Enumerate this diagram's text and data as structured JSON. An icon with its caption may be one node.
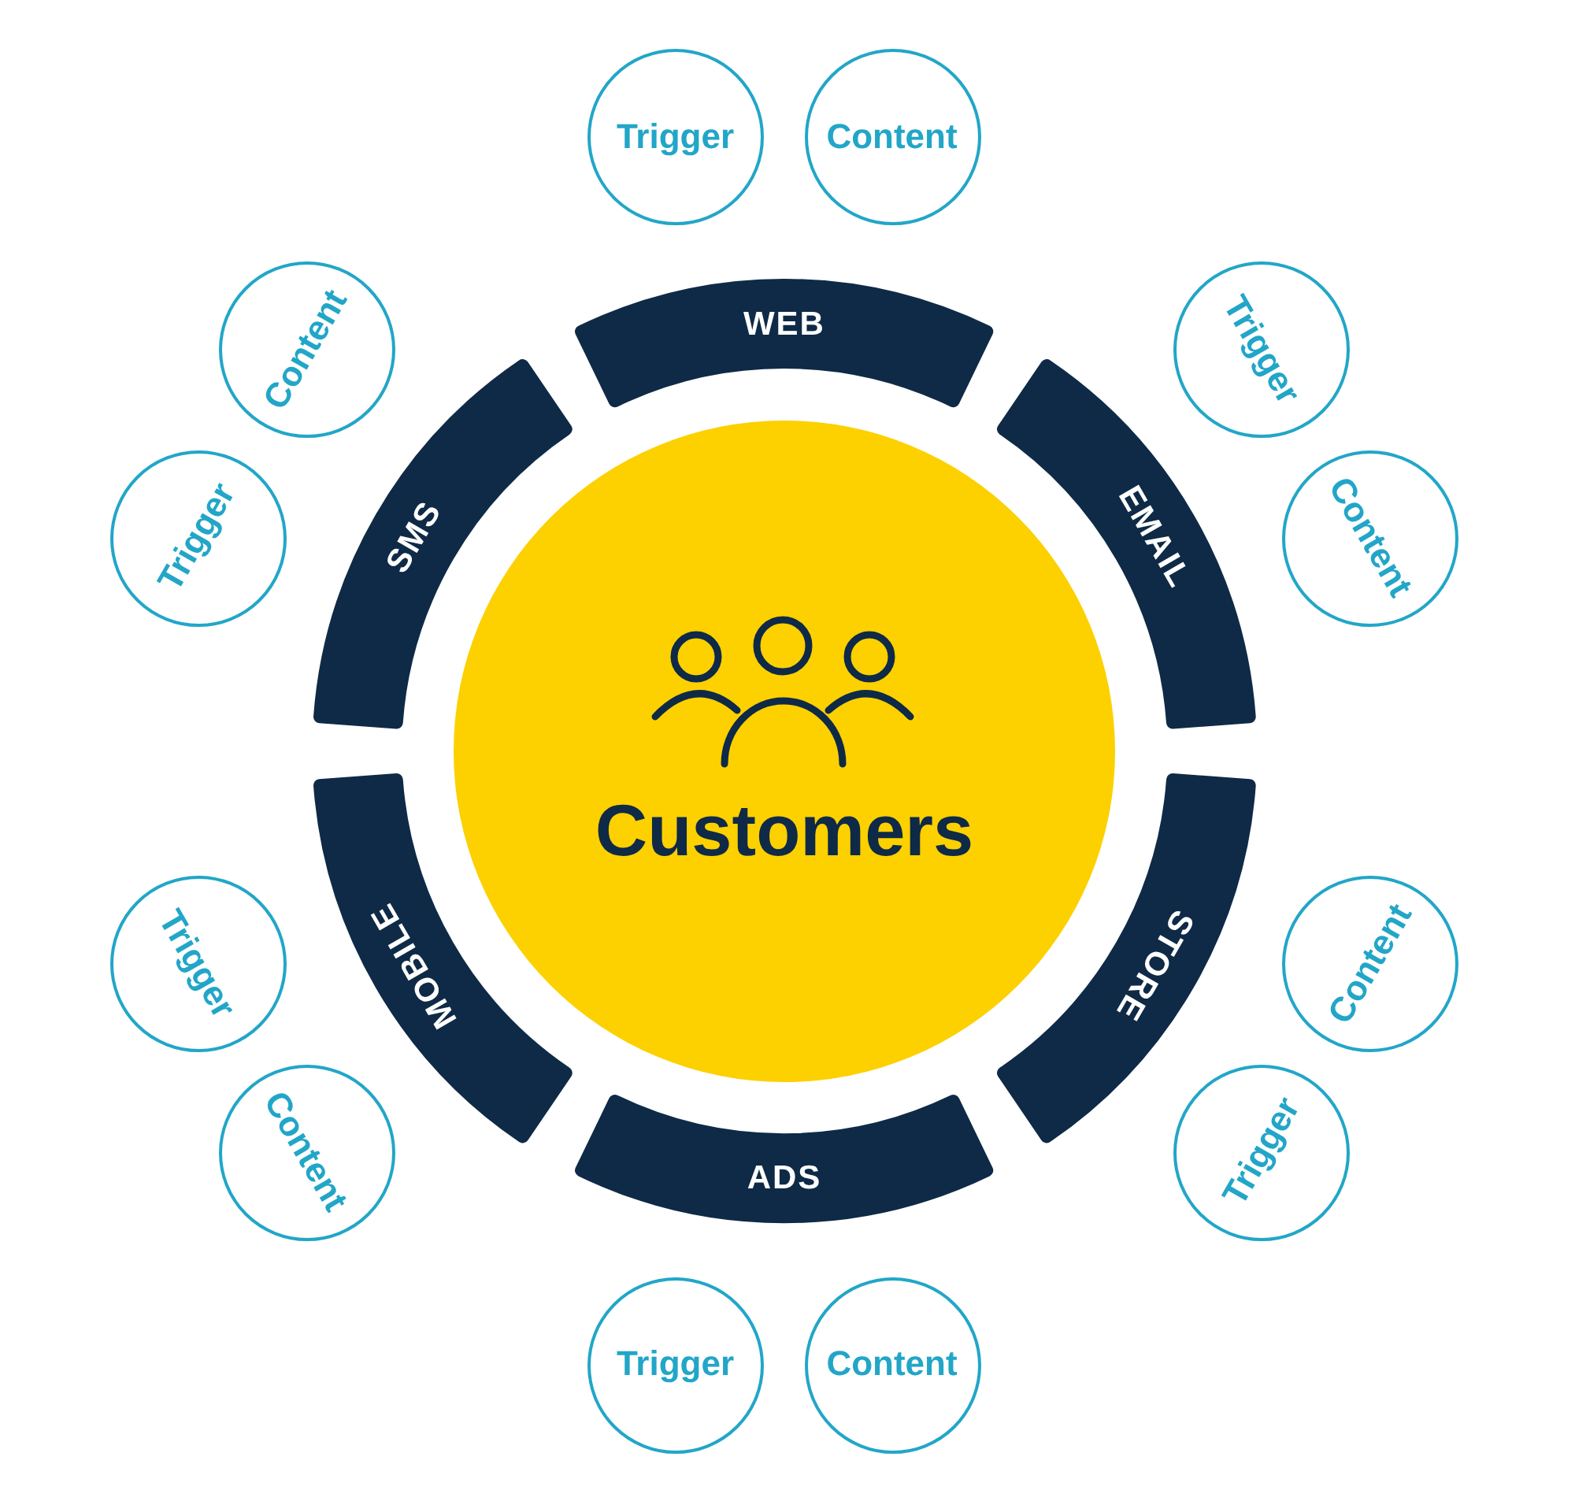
{
  "diagram": {
    "nodes": [
      {
        "text": [
          "Customers"
        ]
      },
      {
        "text": [
          "WEB"
        ]
      },
      {
        "text": [
          "Trigger"
        ]
      },
      {
        "text": [
          "Content"
        ]
      },
      {
        "text": [
          "EMAIL"
        ]
      },
      {
        "text": [
          "Trigger"
        ]
      },
      {
        "text": [
          "Content"
        ]
      },
      {
        "text": [
          "STORE"
        ]
      },
      {
        "text": [
          "Content"
        ]
      },
      {
        "text": [
          "Trigger"
        ]
      },
      {
        "text": [
          "ADS"
        ]
      },
      {
        "text": [
          "Trigger"
        ]
      },
      {
        "text": [
          "Content"
        ]
      },
      {
        "text": [
          "MOBILE"
        ]
      },
      {
        "text": [
          "Trigger"
        ]
      },
      {
        "text": [
          "Content"
        ]
      },
      {
        "text": [
          "SMS"
        ]
      },
      {
        "text": [
          "Trigger"
        ]
      },
      {
        "text": [
          "Content"
        ]
      }
    ]
  }
}
